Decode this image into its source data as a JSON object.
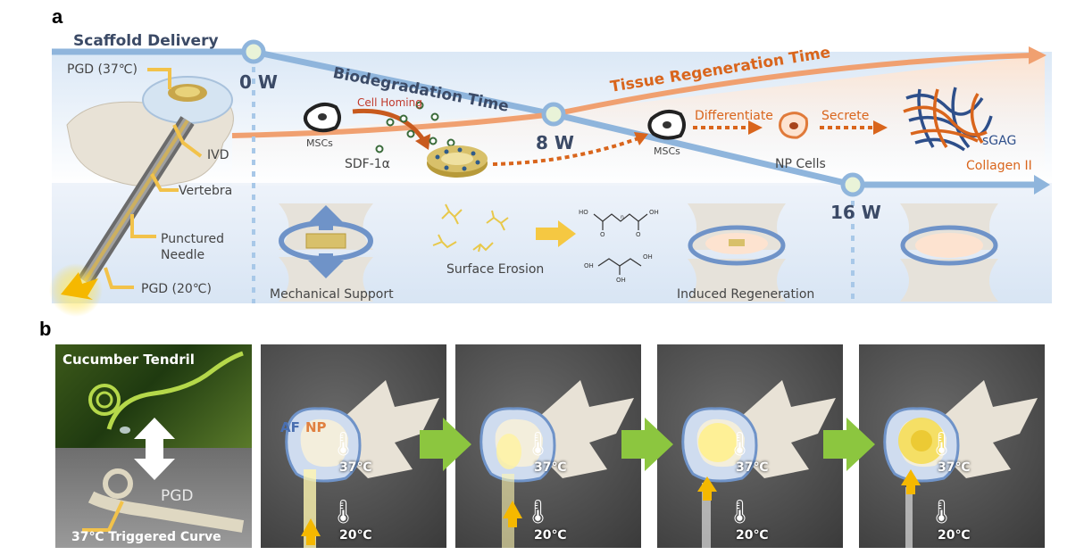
{
  "panel_a": {
    "letter": "a",
    "scaffold_delivery": "Scaffold Delivery",
    "pgd_37": "PGD (37℃)",
    "ivd": "IVD",
    "vertebra": "Vertebra",
    "punctured_needle_1": "Punctured",
    "punctured_needle_2": "Needle",
    "pgd_20": "PGD (20℃)",
    "biodegradation_time": "Biodegradation Time",
    "tissue_regeneration_time": "Tissue Regeneration Time",
    "weeks": [
      "0 W",
      "8 W",
      "16 W"
    ],
    "mscs_1": "MSCs",
    "cell_homing": "Cell Homing",
    "sdf": "SDF-1α",
    "mscs_2": "MSCs",
    "differentiate": "Differentiate",
    "secrete": "Secrete",
    "np_cells": "NP Cells",
    "sgag": "sGAG",
    "collagen": "Collagen II",
    "mechanical_support": "Mechanical Support",
    "surface_erosion": "Surface Erosion",
    "induced_regeneration": "Induced Regeneration",
    "chem_labels": [
      "HO",
      "OH",
      "O",
      "O",
      "n",
      "OH",
      "OH",
      "OH"
    ]
  },
  "panel_b": {
    "letter": "b",
    "cucumber_tendril": "Cucumber Tendril",
    "pgd": "PGD",
    "triggered_curve": "37℃ Triggered Curve",
    "af": "AF",
    "np": "NP",
    "temp_hot": "37℃",
    "temp_cold": "20℃"
  },
  "colors": {
    "blue_line": "#8fb5dc",
    "orange_line": "#f0a070",
    "arrow_green": "#8cc63f",
    "dark_bg": "#4a4a4a"
  }
}
